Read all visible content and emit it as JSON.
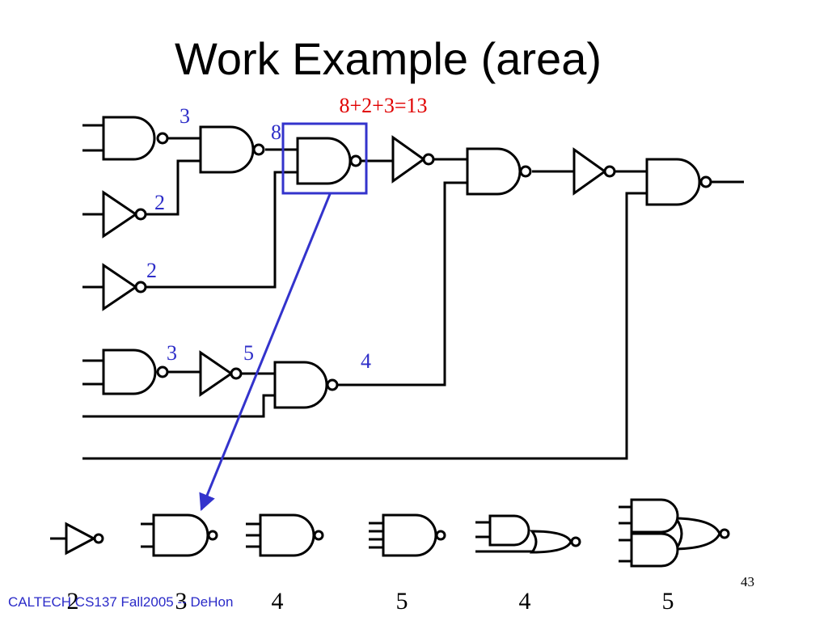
{
  "slide": {
    "title": "Work Example (area)",
    "sum_label": "8+2+3=13",
    "footer": "CALTECH CS137 Fall2005 -- DeHon",
    "page_number": "43"
  },
  "circuit_labels": {
    "nand_top_left": "3",
    "inv_upper": "2",
    "highlighted_input": "8",
    "inv_middle": "2",
    "nand_bottom_left": "3",
    "inv_bottom": "5",
    "nand_bottom": "4"
  },
  "library_costs": [
    {
      "cell": "inverter",
      "cost": "2"
    },
    {
      "cell": "nand2",
      "cost": "3"
    },
    {
      "cell": "nand3",
      "cost": "4"
    },
    {
      "cell": "nand4",
      "cost": "5"
    },
    {
      "cell": "and-or",
      "cost": "4"
    },
    {
      "cell": "and-and-or",
      "cost": "5"
    }
  ],
  "colors": {
    "annotation_blue": "#2e2ec8",
    "sum_red": "#e00000",
    "highlight_box": "#3333cc"
  }
}
